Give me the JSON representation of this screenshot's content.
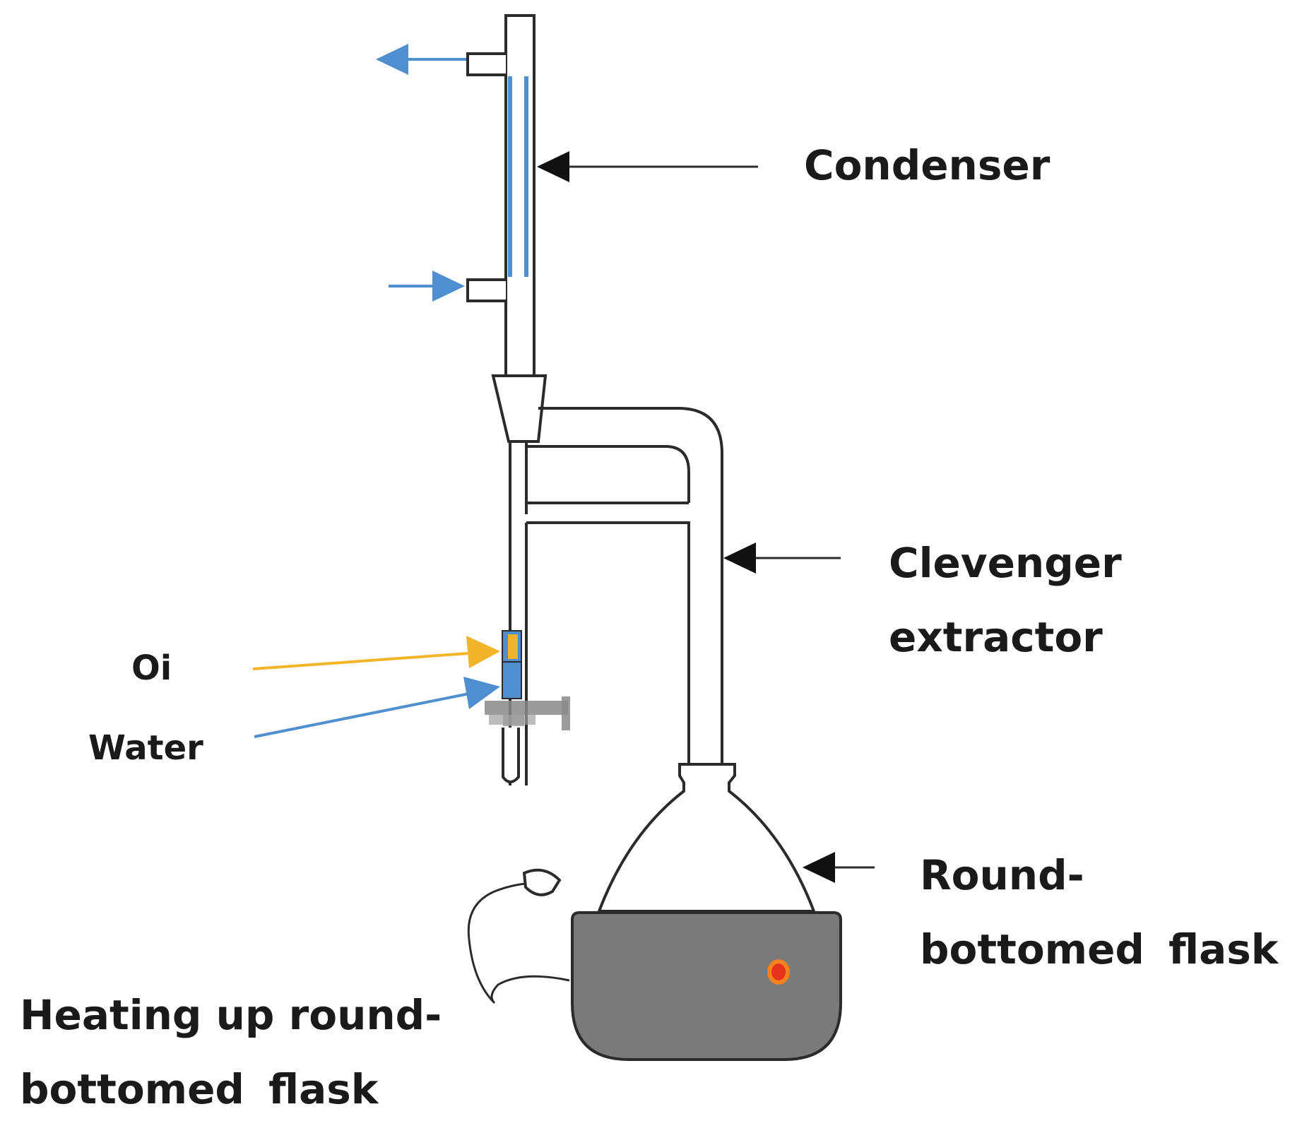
{
  "labels": {
    "condenser": "Condenser",
    "clevenger_line1": "Clevenger",
    "clevenger_line2": "extractor",
    "oil": "Oi",
    "water": "Water",
    "rbf_line1": "Round-",
    "rbf_line2": "bottomed  flask",
    "heating_line1": "Heating up round-",
    "heating_line2": "bottomed  flask"
  },
  "colors": {
    "outline": "#2b2b2b",
    "water_blue": "#4f8fd0",
    "oil_yellow": "#f2b52a",
    "mantle_gray": "#7a7a7a",
    "indicator_red": "#e8331c",
    "indicator_orange": "#f58220"
  }
}
